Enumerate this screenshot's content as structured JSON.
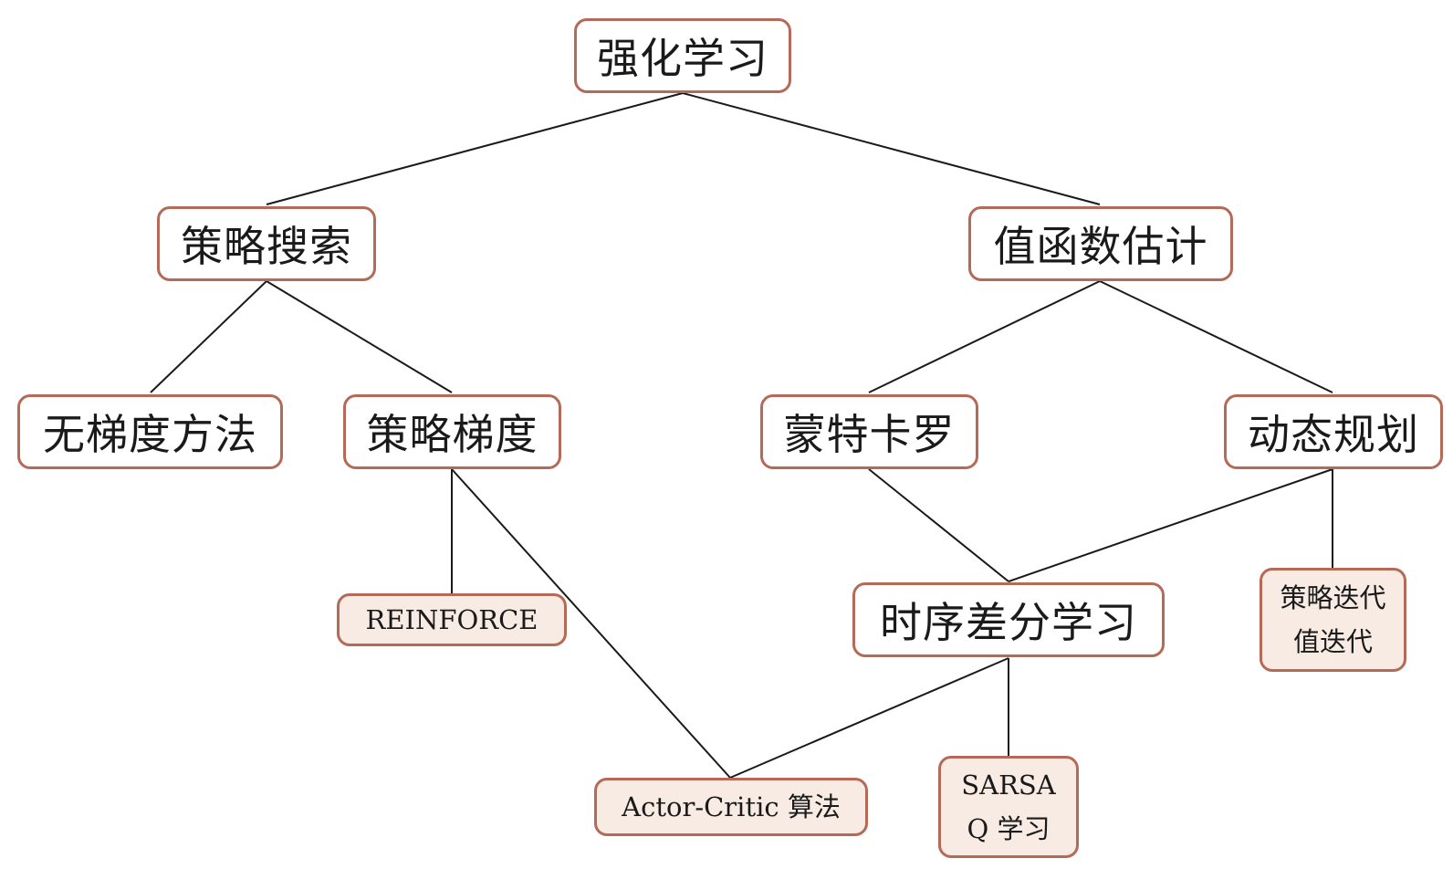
{
  "nodes": {
    "root": "强化学习",
    "policy_search": "策略搜索",
    "value_estimation": "值函数估计",
    "gradient_free": "无梯度方法",
    "policy_gradient": "策略梯度",
    "monte_carlo": "蒙特卡罗",
    "dynamic_programming": "动态规划",
    "reinforce": "REINFORCE",
    "temporal_difference": "时序差分学习",
    "dp_methods": [
      "策略迭代",
      "值迭代"
    ],
    "actor_critic": "Actor-Critic 算法",
    "td_methods": [
      "SARSA",
      "Q 学习"
    ]
  },
  "colors": {
    "border": "#b56a57",
    "leaf_fill": "#f8ebe3",
    "edge": "#1a1a1a"
  }
}
